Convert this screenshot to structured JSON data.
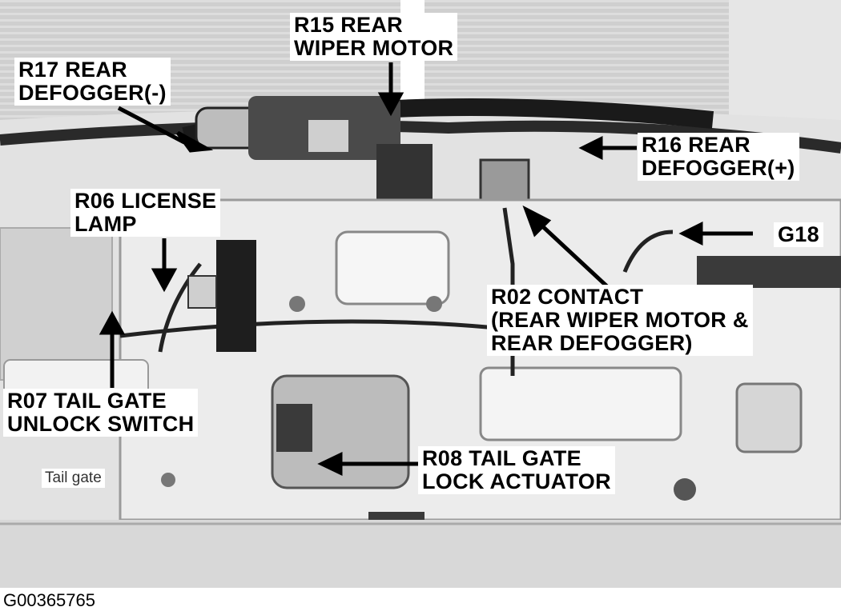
{
  "labels": {
    "r15": [
      "R15 REAR",
      "WIPER MOTOR"
    ],
    "r17": [
      "R17 REAR",
      "DEFOGGER(-)"
    ],
    "r16": [
      "R16 REAR",
      "DEFOGGER(+)"
    ],
    "r06": [
      "R06 LICENSE",
      "LAMP"
    ],
    "g18": [
      "G18"
    ],
    "r02": [
      "R02 CONTACT",
      "(REAR WIPER MOTOR &",
      "REAR DEFOGGER)"
    ],
    "r07": [
      "R07 TAIL GATE",
      "UNLOCK SWITCH"
    ],
    "r08": [
      "R08 TAIL GATE",
      "LOCK ACTUATOR"
    ]
  },
  "photo_label": "Tail gate",
  "figure_id": "G00365765"
}
